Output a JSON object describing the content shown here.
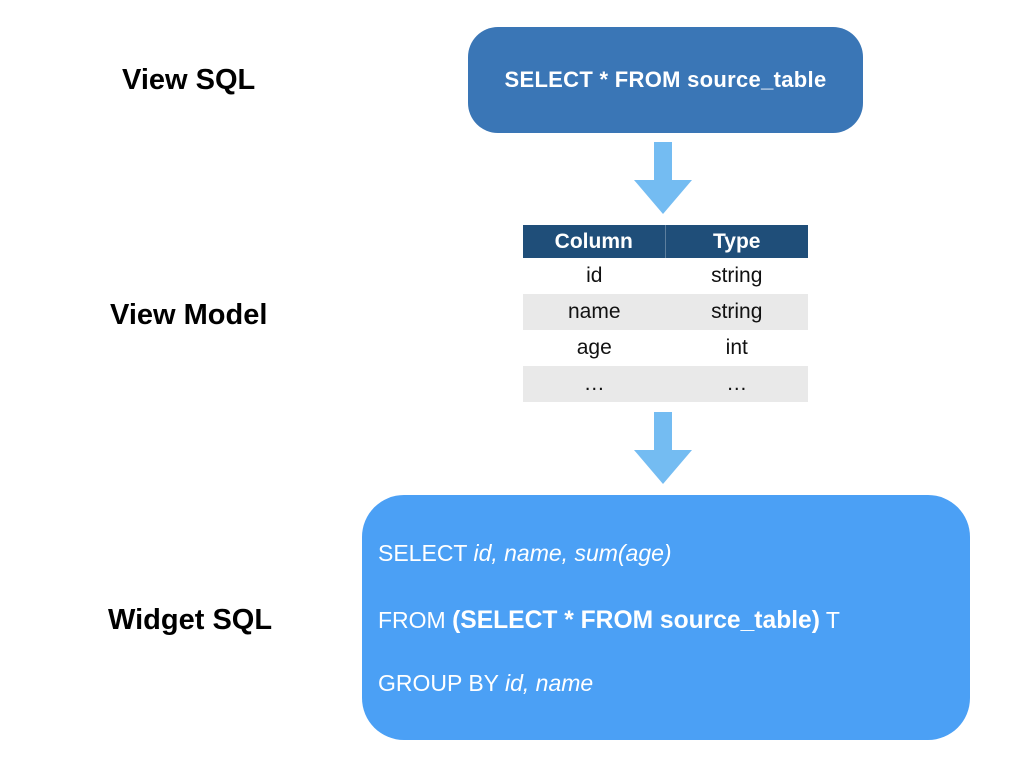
{
  "colors": {
    "view_sql_box_bg": "#3A76B6",
    "table_header_bg": "#1F4E79",
    "table_alt_row_bg": "#E9E9E9",
    "widget_sql_box_bg": "#4BA0F5",
    "arrow_blue": "#74BCF2",
    "label_text": "#000000",
    "box_text": "#FFFFFF"
  },
  "labels": {
    "view_sql": "View SQL",
    "view_model": "View Model",
    "widget_sql": "Widget SQL"
  },
  "view_sql_box": {
    "text": "SELECT * FROM source_table"
  },
  "view_model_table": {
    "headers": [
      "Column",
      "Type"
    ],
    "rows": [
      [
        "id",
        "string"
      ],
      [
        "name",
        "string"
      ],
      [
        "age",
        "int"
      ],
      [
        "…",
        "…"
      ]
    ]
  },
  "widget_sql_box": {
    "lines": [
      {
        "segments": [
          {
            "text": "SELECT ",
            "style": "regular"
          },
          {
            "text": "id, name, sum(age)",
            "style": "italic"
          }
        ]
      },
      {
        "segments": [
          {
            "text": "FROM ",
            "style": "regular"
          },
          {
            "text": "(SELECT * FROM source_table)",
            "style": "bold"
          },
          {
            "text": " T",
            "style": "regular"
          }
        ]
      },
      {
        "segments": [
          {
            "text": "GROUP BY ",
            "style": "regular"
          },
          {
            "text": "id, name",
            "style": "italic"
          }
        ]
      }
    ]
  }
}
